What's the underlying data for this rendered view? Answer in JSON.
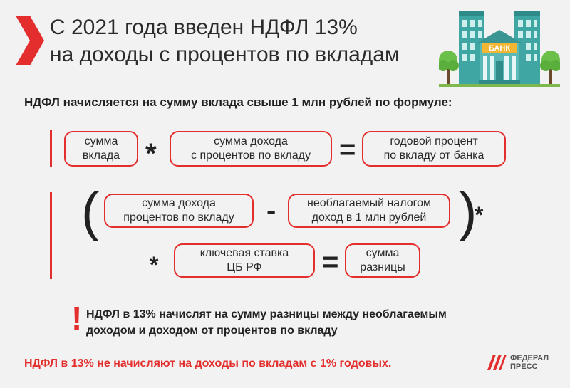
{
  "header": {
    "title_line1": "С 2021 года введен НДФЛ 13%",
    "title_line2": "на доходы с процентов по вкладам"
  },
  "illustration": {
    "bank_sign": "БАНК",
    "icon": "bank-building-icon"
  },
  "subtitle": "НДФЛ начисляется на сумму вклада свыше 1 млн рублей по формуле:",
  "formula1": {
    "term1": "сумма\nвклада",
    "op1": "*",
    "term2": "сумма дохода\nс процентов по вкладу",
    "op2": "=",
    "result": "годовой процент\nпо вкладу от банка"
  },
  "formula2": {
    "open_paren": "(",
    "term1": "сумма дохода\nпроцентов по вкладу",
    "op1": "-",
    "term2": "необлагаемый налогом\nдоход в 1 млн рублей",
    "close_paren": ")",
    "op2": "*",
    "op3": "*",
    "term3": "ключевая ставка\nЦБ РФ",
    "op4": "=",
    "result": "сумма\nразницы"
  },
  "note": {
    "mark": "!",
    "line1": "НДФЛ в 13% начислят на сумму разницы между необлагаемым",
    "line2": "доходом и доходом от процентов по вкладу"
  },
  "footer": "НДФЛ в 13% не начисляют на доходы по вкладам с 1% годовых.",
  "logo": {
    "line1": "ФЕДЕРАЛ",
    "line2": "ПРЕСС"
  },
  "colors": {
    "accent": "#e42d2d",
    "background": "#f2f2f2",
    "text": "#222222"
  }
}
